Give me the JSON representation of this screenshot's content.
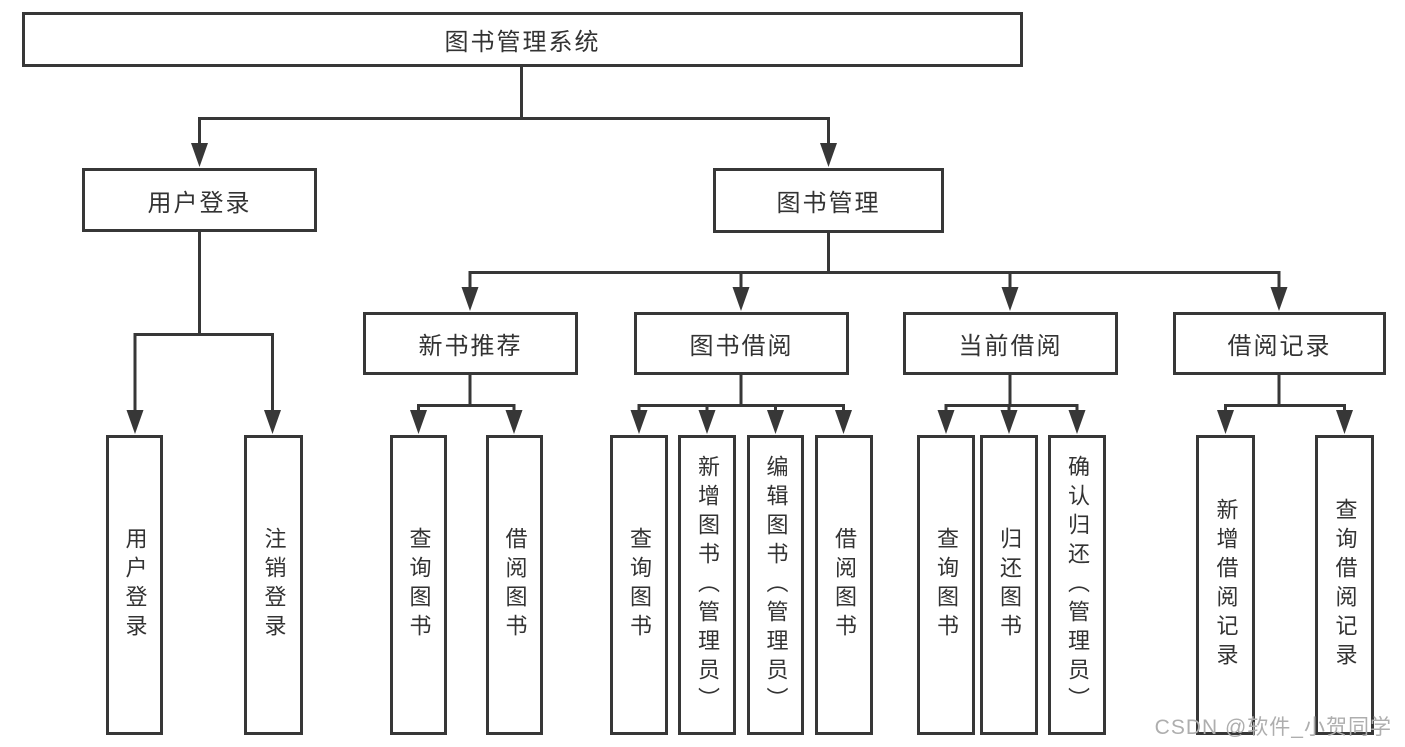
{
  "diagram": {
    "type": "tree",
    "root": {
      "label": "图书管理系统",
      "children": [
        {
          "label": "用户登录",
          "children": [
            {
              "label": "用户登录"
            },
            {
              "label": "注销登录"
            }
          ]
        },
        {
          "label": "图书管理",
          "children": [
            {
              "label": "新书推荐",
              "children": [
                {
                  "label": "查询图书"
                },
                {
                  "label": "借阅图书"
                }
              ]
            },
            {
              "label": "图书借阅",
              "children": [
                {
                  "label": "查询图书"
                },
                {
                  "label": "新增图书（管理员）"
                },
                {
                  "label": "编辑图书（管理员）"
                },
                {
                  "label": "借阅图书"
                }
              ]
            },
            {
              "label": "当前借阅",
              "children": [
                {
                  "label": "查询图书"
                },
                {
                  "label": "归还图书"
                },
                {
                  "label": "确认归还（管理员）"
                }
              ]
            },
            {
              "label": "借阅记录",
              "children": [
                {
                  "label": "新增借阅记录"
                },
                {
                  "label": "查询借阅记录"
                }
              ]
            }
          ]
        }
      ]
    }
  },
  "watermark": "CSDN @软件_小贺同学",
  "colors": {
    "line": "#373737",
    "text": "#333333",
    "background": "#ffffff",
    "watermark": "#aeaeae"
  }
}
